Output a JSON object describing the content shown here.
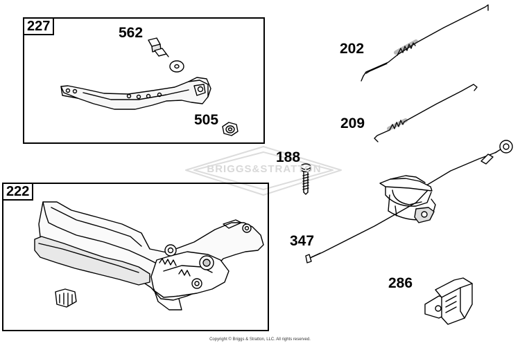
{
  "callouts": {
    "box_227": "227",
    "box_222": "222",
    "p562": "562",
    "p505": "505",
    "p202": "202",
    "p209": "209",
    "p188": "188",
    "p347": "347",
    "p286": "286"
  },
  "watermark": "BRIGGS&STRATTON",
  "copyright": "Copyright © Briggs & Stratton, LLC. All rights reserved."
}
